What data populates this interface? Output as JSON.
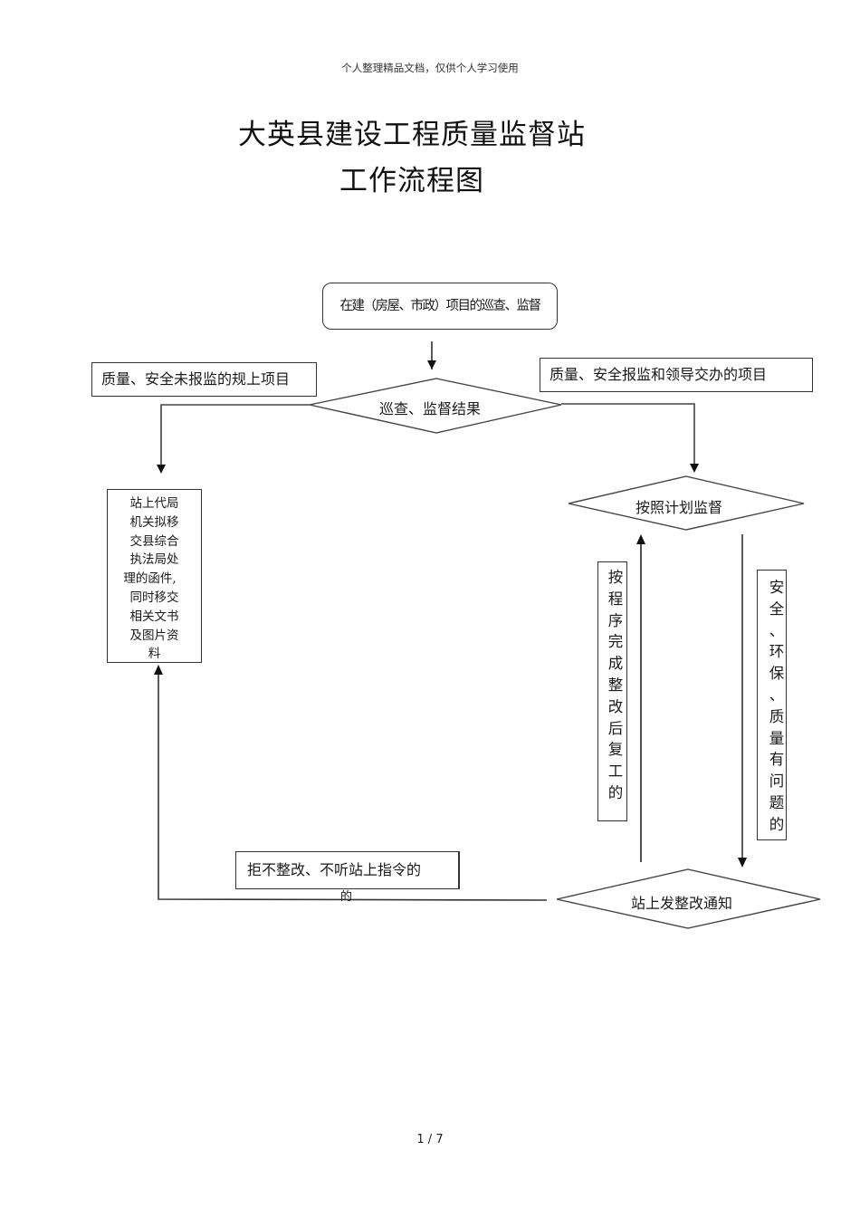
{
  "header_note": "个人整理精品文档，仅供个人学习使用",
  "title": {
    "line1": "大英县建设工程质量监督站",
    "line2": "工作流程图"
  },
  "flowchart": {
    "start": "在建（房屋、市政）项目的巡查、监督",
    "decision_result": "巡查、监督结果",
    "branch_left_label": "质量、安全未报监的规上项目",
    "branch_right_label": "质量、安全报监和领导交办的项目",
    "left_action": [
      "站上代局",
      "机关拟移",
      "交县综合",
      "执法局处",
      "理的函件,",
      "同时移交",
      "相关文书",
      "及图片资",
      "料"
    ],
    "plan_supervision": "按照计划监督",
    "return_label_chars": [
      "按",
      "程",
      "序",
      "完",
      "成",
      "整",
      "改",
      "后",
      "复",
      "工",
      "的"
    ],
    "issue_label_chars": [
      "安",
      "全",
      "、",
      "环",
      "保",
      "、",
      "质",
      "量",
      "有",
      "问",
      "题",
      "的"
    ],
    "rectification_notice": "站上发整改通知",
    "refuse_label": "拒不整改、不听站上指令的",
    "refuse_label_overflow": "的"
  },
  "footer": {
    "page_indicator": "1 / 7"
  }
}
